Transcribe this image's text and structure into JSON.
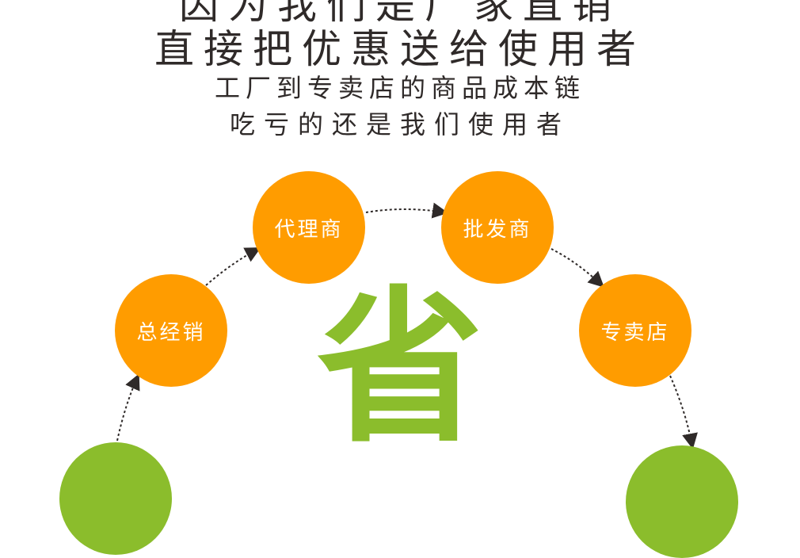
{
  "heading": {
    "line1": "因为我们是厂家直销",
    "line2": "直接把优惠送给使用者",
    "line3": "工厂到专卖店的商品成本链",
    "line4": "吃亏的还是我们使用者"
  },
  "chain": [
    {
      "label": "总经销"
    },
    {
      "label": "代理商"
    },
    {
      "label": "批发商"
    },
    {
      "label": "专卖店"
    }
  ],
  "center_char": "省",
  "colors": {
    "orange": "#ff9c00",
    "green": "#8bbd2c",
    "text": "#2f2a29"
  }
}
